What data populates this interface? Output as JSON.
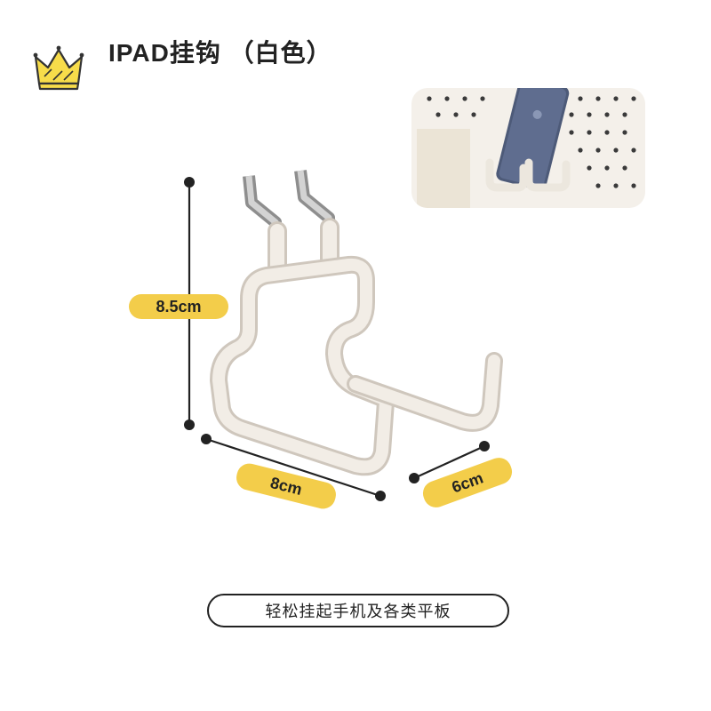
{
  "header": {
    "title": "IPAD挂钩 （白色）"
  },
  "dimensions": {
    "height": "8.5cm",
    "width": "8cm",
    "depth": "6cm"
  },
  "caption": "轻松挂起手机及各类平板",
  "colors": {
    "accent": "#f3cd4a",
    "hook": "#f2ede6",
    "hook_outline": "#cfc7bd",
    "pegboard": "#f4f0ea"
  },
  "icons": {
    "crown": "crown-icon",
    "phone_logo": "apple-logo-icon"
  }
}
